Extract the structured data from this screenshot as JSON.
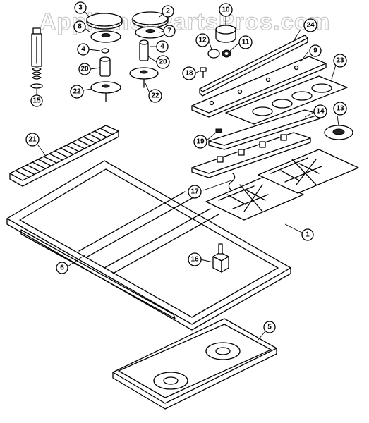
{
  "watermark": "AppliancePartsPros.com",
  "callouts": {
    "p1": "1",
    "p2": "2",
    "p3": "3",
    "p4a": "4",
    "p4b": "4",
    "p5": "5",
    "p6": "6",
    "p7": "7",
    "p8": "8",
    "p9": "9",
    "p10": "10",
    "p11": "11",
    "p12": "12",
    "p13": "13",
    "p14": "14",
    "p15": "15",
    "p16": "16",
    "p17": "17",
    "p18": "18",
    "p19": "19",
    "p20a": "20",
    "p20b": "20",
    "p21": "21",
    "p22a": "22",
    "p22b": "22",
    "p23": "23",
    "p24": "24"
  }
}
